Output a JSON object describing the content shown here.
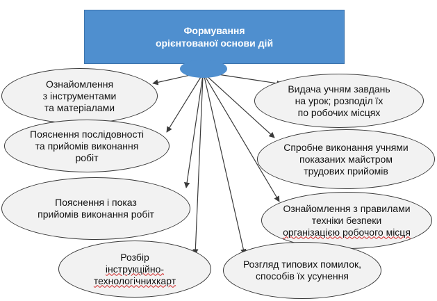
{
  "diagram": {
    "title_lines": [
      "Формування",
      "орієнтованої основи  дій"
    ],
    "colors": {
      "title_fill": "#4f8fcf",
      "node_fill": "#f2f2f2",
      "stroke": "#3a3a3a"
    },
    "nodes": [
      {
        "id": "n1",
        "lines": [
          "Ознайомлення",
          "з інструментами",
          "та матеріалами"
        ]
      },
      {
        "id": "n2",
        "lines": [
          "Пояснення послідовності",
          "та прийомів виконання",
          "робіт"
        ]
      },
      {
        "id": "n3",
        "lines": [
          "Пояснення і показ",
          "прийомів виконання робіт"
        ]
      },
      {
        "id": "n4",
        "lines": [
          "Розбір",
          "інструкційно-",
          "технологічнихкарт"
        ]
      },
      {
        "id": "n5",
        "lines": [
          "Видача учням завдань",
          "на урок; розподіл їх",
          "по робочих місцях"
        ]
      },
      {
        "id": "n6",
        "lines": [
          "Спробне виконання учнями",
          "показаних майстром",
          "трудових прийомів"
        ]
      },
      {
        "id": "n7",
        "lines": [
          "Ознайомлення з правилами",
          "техніки безпеки",
          "організацією робочого місця"
        ]
      },
      {
        "id": "n8",
        "lines": [
          "Розгляд типових помилок,",
          "способів їх усунення"
        ]
      }
    ]
  }
}
